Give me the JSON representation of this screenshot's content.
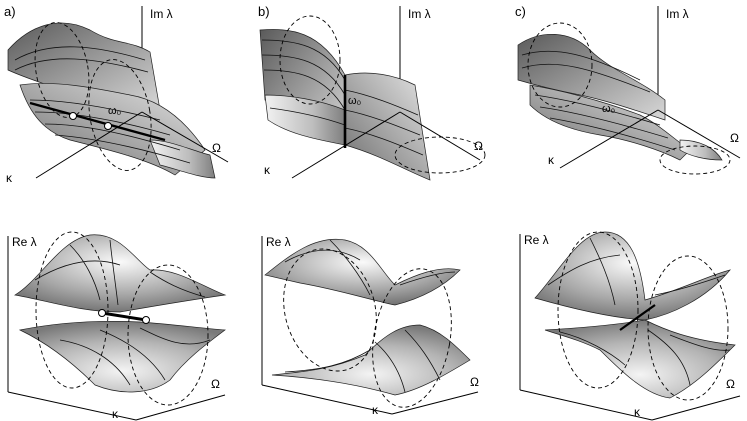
{
  "panels": [
    {
      "letter": "a)",
      "top_axis_label": "Im λ",
      "bottom_axis_label": "Re λ",
      "omega_label": "Ω",
      "kappa_label": "κ",
      "point_label": "ω₀"
    },
    {
      "letter": "b)",
      "top_axis_label": "Im λ",
      "bottom_axis_label": "Re λ",
      "omega_label": "Ω",
      "kappa_label": "κ",
      "point_label": "ω₀"
    },
    {
      "letter": "c)",
      "top_axis_label": "Im λ",
      "bottom_axis_label": "Re λ",
      "omega_label": "Ω",
      "kappa_label": "κ",
      "point_label": "ω₀"
    }
  ]
}
